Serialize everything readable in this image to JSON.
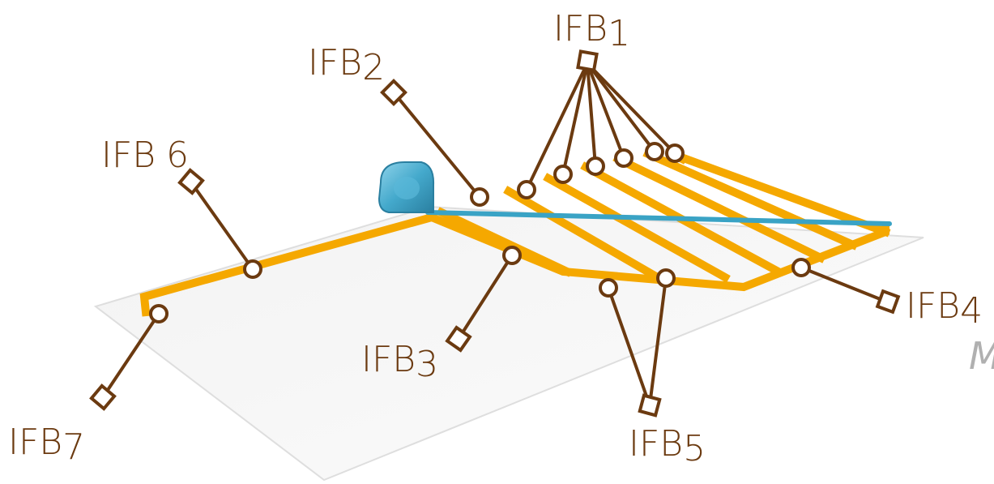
{
  "labels": {
    "ifb1": {
      "main": "IFB",
      "sub": "1"
    },
    "ifb2": {
      "main": "IFB",
      "sub": "2"
    },
    "ifb3": {
      "main": "IFB",
      "sub": "3"
    },
    "ifb4": {
      "main": "IFB",
      "sub": "4"
    },
    "ifb5": {
      "main": "IFB",
      "sub": "5"
    },
    "ifb6": {
      "main": "IFB",
      "sub": "6"
    },
    "ifb7": {
      "main": "IFB",
      "sub": "7"
    }
  },
  "cut_text": "M",
  "colors": {
    "track": "#f5a800",
    "leader": "#6b3a10",
    "tape": "#3aa3c5",
    "plane": "#e3e3e3"
  },
  "icons": {
    "measuring_device": "tape-measure-icon",
    "node": "circle-node",
    "anchor": "square-anchor"
  }
}
